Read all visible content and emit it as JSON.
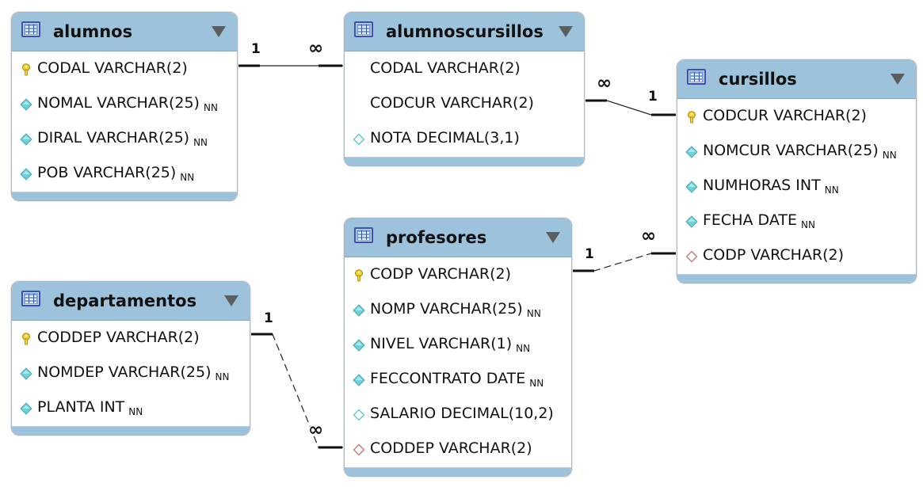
{
  "tables": {
    "alumnos": {
      "name": "alumnos",
      "columns": [
        {
          "text": "CODAL VARCHAR(2)",
          "nn": "",
          "icon": "primary-key-icon"
        },
        {
          "text": "NOMAL VARCHAR(25)",
          "nn": "NN",
          "icon": "column-diamond-icon"
        },
        {
          "text": "DIRAL VARCHAR(25)",
          "nn": "NN",
          "icon": "column-diamond-icon"
        },
        {
          "text": "POB VARCHAR(25)",
          "nn": "NN",
          "icon": "column-diamond-icon"
        }
      ]
    },
    "alumnoscursillos": {
      "name": "alumnoscursillos",
      "columns": [
        {
          "text": "CODAL VARCHAR(2)",
          "nn": "",
          "icon": "none"
        },
        {
          "text": "CODCUR VARCHAR(2)",
          "nn": "",
          "icon": "none"
        },
        {
          "text": "NOTA DECIMAL(3,1)",
          "nn": "",
          "icon": "nullable-diamond-icon"
        }
      ]
    },
    "cursillos": {
      "name": "cursillos",
      "columns": [
        {
          "text": "CODCUR VARCHAR(2)",
          "nn": "",
          "icon": "primary-key-icon"
        },
        {
          "text": "NOMCUR VARCHAR(25)",
          "nn": "NN",
          "icon": "column-diamond-icon"
        },
        {
          "text": "NUMHORAS INT",
          "nn": "NN",
          "icon": "column-diamond-icon"
        },
        {
          "text": "FECHA DATE",
          "nn": "NN",
          "icon": "column-diamond-icon"
        },
        {
          "text": "CODP VARCHAR(2)",
          "nn": "",
          "icon": "foreign-key-diamond-icon"
        }
      ]
    },
    "profesores": {
      "name": "profesores",
      "columns": [
        {
          "text": "CODP VARCHAR(2)",
          "nn": "",
          "icon": "primary-key-icon"
        },
        {
          "text": "NOMP VARCHAR(25)",
          "nn": "NN",
          "icon": "column-diamond-icon"
        },
        {
          "text": "NIVEL VARCHAR(1)",
          "nn": "NN",
          "icon": "column-diamond-icon"
        },
        {
          "text": "FECCONTRATO DATE",
          "nn": "NN",
          "icon": "column-diamond-icon"
        },
        {
          "text": "SALARIO DECIMAL(10,2)",
          "nn": "",
          "icon": "nullable-diamond-icon"
        },
        {
          "text": "CODDEP VARCHAR(2)",
          "nn": "",
          "icon": "foreign-key-diamond-icon"
        }
      ]
    },
    "departamentos": {
      "name": "departamentos",
      "columns": [
        {
          "text": "CODDEP VARCHAR(2)",
          "nn": "",
          "icon": "primary-key-icon"
        },
        {
          "text": "NOMDEP VARCHAR(25)",
          "nn": "NN",
          "icon": "column-diamond-icon"
        },
        {
          "text": "PLANTA INT",
          "nn": "NN",
          "icon": "column-diamond-icon"
        }
      ]
    }
  },
  "cardinality": {
    "one": "1",
    "many": "∞"
  },
  "colors": {
    "header": "#9dc3dc",
    "key": "#f2cf2a",
    "diamond": "#6fd0d8",
    "fk_diamond": "#c98c8c"
  }
}
